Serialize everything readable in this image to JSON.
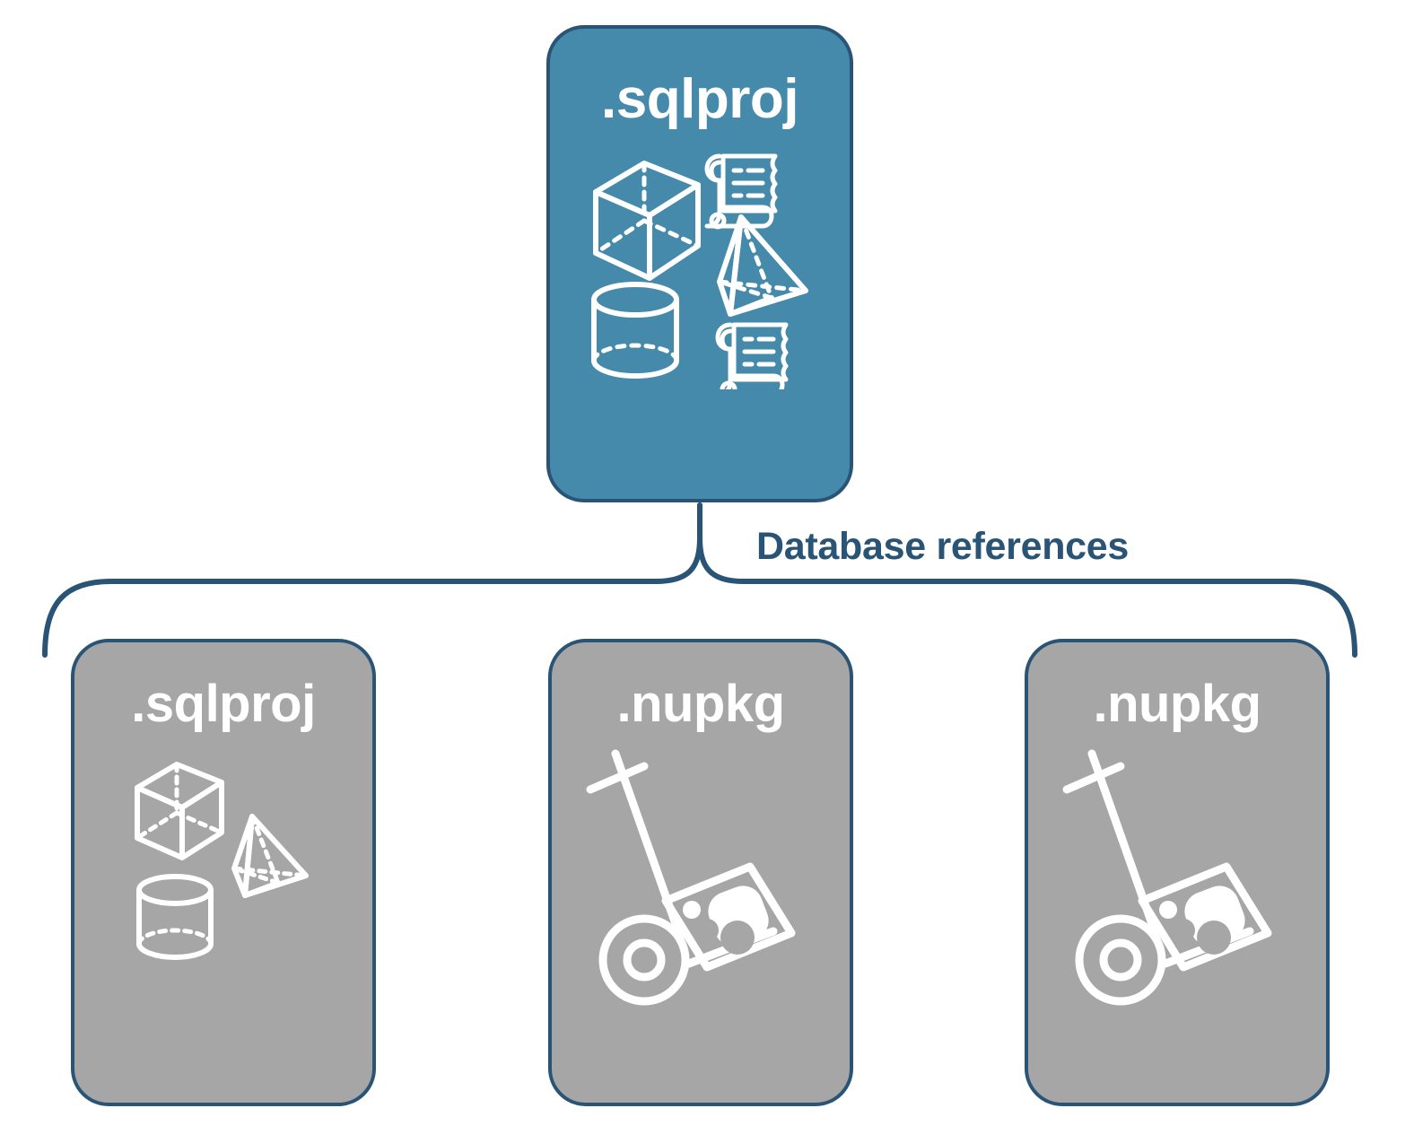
{
  "diagram": {
    "title_text_top": ".sqlproj",
    "connector_label": "Database references",
    "colors": {
      "primary_card": "#4589AB",
      "reference_card": "#A6A6A6",
      "border": "#2A5476",
      "label_text": "#2A5476",
      "icon_stroke": "#FFFFFF"
    }
  },
  "top_node": {
    "label": ".sqlproj",
    "icons": [
      "cube-icon",
      "scroll-icon",
      "pyramid-icon",
      "cylinder-icon",
      "scroll-icon"
    ]
  },
  "bracket": {
    "label": "Database references"
  },
  "reference_nodes": [
    {
      "label": ".sqlproj",
      "icons": [
        "cube-icon",
        "pyramid-icon",
        "cylinder-icon"
      ]
    },
    {
      "label": ".nupkg",
      "icons": [
        "hand-truck-package-icon"
      ]
    },
    {
      "label": ".nupkg",
      "icons": [
        "hand-truck-package-icon"
      ]
    }
  ]
}
